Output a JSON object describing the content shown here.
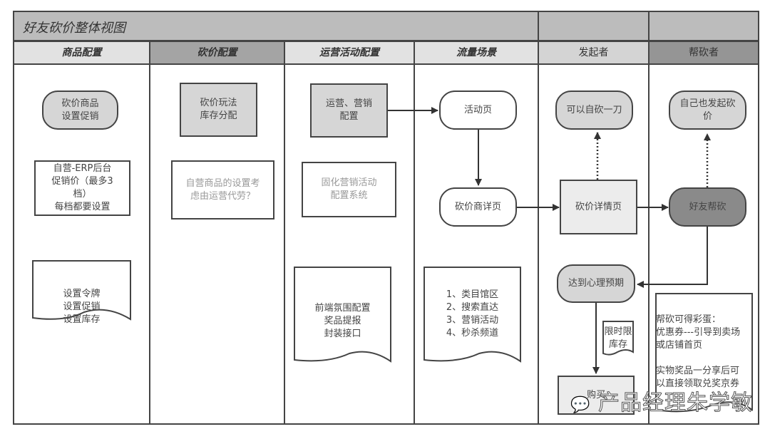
{
  "diagram": {
    "title": "好友砍价整体视图",
    "lanes": [
      {
        "id": "product",
        "label": "商品配置",
        "fill": "#e2e2e2",
        "italic": true
      },
      {
        "id": "bargain",
        "label": "砍价配置",
        "fill": "#a4a4a4",
        "italic": true
      },
      {
        "id": "ops",
        "label": "运营活动配置",
        "fill": "#e2e2e2",
        "italic": true
      },
      {
        "id": "traffic",
        "label": "流量场景",
        "fill": "#e2e2e2",
        "italic": true
      },
      {
        "id": "initiator",
        "label": "发起者",
        "fill": "#d4d4d4",
        "italic": false
      },
      {
        "id": "helper",
        "label": "帮砍者",
        "fill": "#959595",
        "italic": false
      }
    ],
    "nodes": {
      "bargain_goods_promo": "砍价商品\n设置促销",
      "erp_backend": "自营-ERP后台\n促销价（最多3\n档）\n每档都要设置",
      "product_doc": "设置令牌\n设置促销\n设置库存",
      "bargain_play_stock": "砍价玩法\n库存分配",
      "self_goods_question": "自营商品的设置考\n虑由运营代劳？",
      "ops_marketing_config": "运营、营销\n配置",
      "fixed_marketing_system": "固化营销活动\n配置系统",
      "ops_doc": "前端氛围配置\n奖品提报\n封装接口",
      "activity_page": "活动页",
      "bargain_detail_page": "砍价商详页",
      "traffic_doc": "1、类目馆区\n2、搜索直达\n3、营销活动\n4、秒杀频道",
      "self_bargain_once": "可以自砍一刀",
      "bargain_details": "砍价详情页",
      "reach_expectation": "达到心理预期",
      "limited_doc": "限时限\n库存",
      "purchase": "购买",
      "initiate_own_bargain": "自己也发起砍\n价",
      "friend_help_bargain": "好友帮砍",
      "helper_reward_doc": "帮砍可得彩蛋：\n优惠券---引导到卖场\n或店铺首页\n\n实物奖品一分享后可\n以直接领取兑奖京券"
    },
    "edges": [
      {
        "from": "ops_marketing_config",
        "to": "activity_page",
        "style": "solid"
      },
      {
        "from": "activity_page",
        "to": "bargain_detail_page",
        "style": "solid"
      },
      {
        "from": "bargain_detail_page",
        "to": "bargain_details",
        "style": "solid"
      },
      {
        "from": "bargain_details",
        "to": "self_bargain_once",
        "style": "dotted"
      },
      {
        "from": "bargain_details",
        "to": "friend_help_bargain",
        "style": "solid"
      },
      {
        "from": "friend_help_bargain",
        "to": "initiate_own_bargain",
        "style": "dotted"
      },
      {
        "from": "friend_help_bargain",
        "to": "reach_expectation",
        "style": "solid"
      },
      {
        "from": "reach_expectation",
        "to": "purchase",
        "style": "solid"
      }
    ],
    "colors": {
      "title_fill": "#bcbcbc",
      "line": "#444444",
      "node_gray": "#d6d6d6",
      "node_light": "#ececec",
      "node_dark": "#8a8a8a",
      "muted_text": "#999999"
    }
  },
  "watermark": "产品经理朱学敏"
}
